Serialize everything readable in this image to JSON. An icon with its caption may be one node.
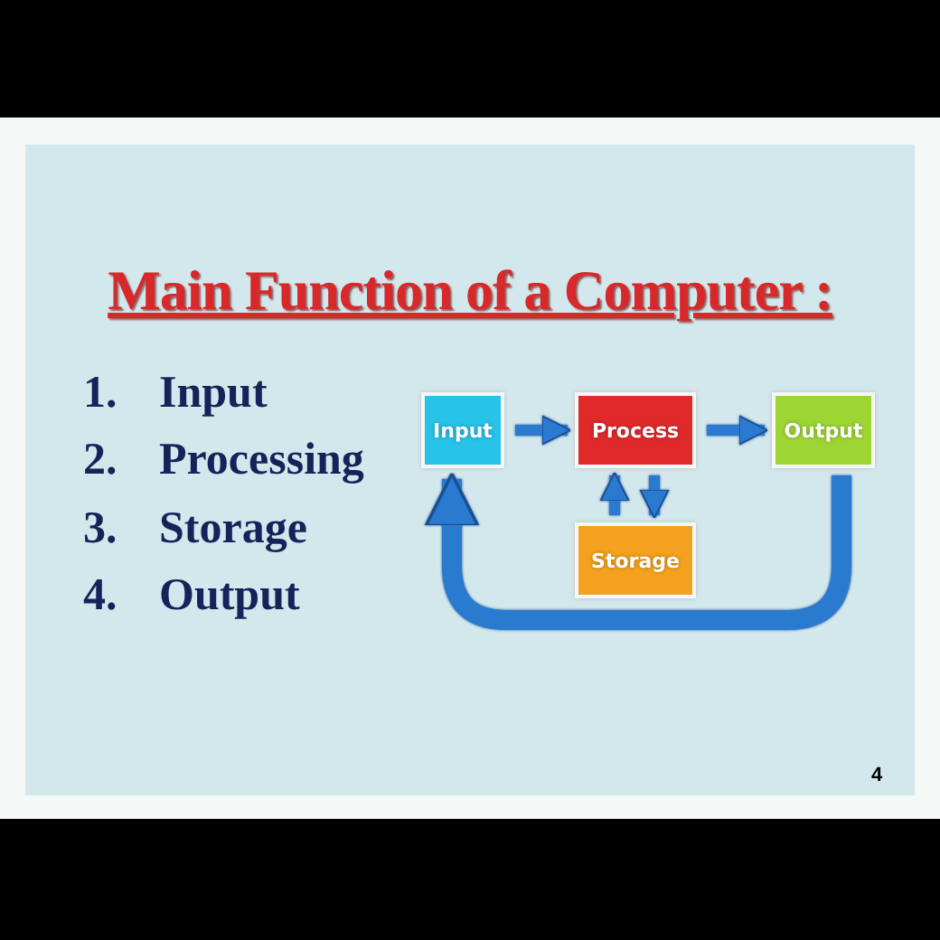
{
  "diagram": {
    "title": "Main Function of a Computer :",
    "nodes": [
      {
        "text": [
          "Input"
        ]
      },
      {
        "text": [
          "Process"
        ]
      },
      {
        "text": [
          "Output"
        ]
      },
      {
        "text": [
          "Storage"
        ]
      }
    ],
    "edges": [
      {
        "from": 0,
        "to": 1,
        "arrow": "to"
      },
      {
        "from": 1,
        "to": 2,
        "arrow": "to"
      },
      {
        "from": 3,
        "to": 1,
        "arrow": "to"
      },
      {
        "from": 1,
        "to": 3,
        "arrow": "to"
      },
      {
        "from": 2,
        "to": 0,
        "arrow": "to",
        "style": "thick"
      }
    ],
    "labels": [
      "1.",
      "Input",
      "2.",
      "Processing",
      "3.",
      "Storage",
      "4.",
      "Output",
      "4"
    ]
  }
}
